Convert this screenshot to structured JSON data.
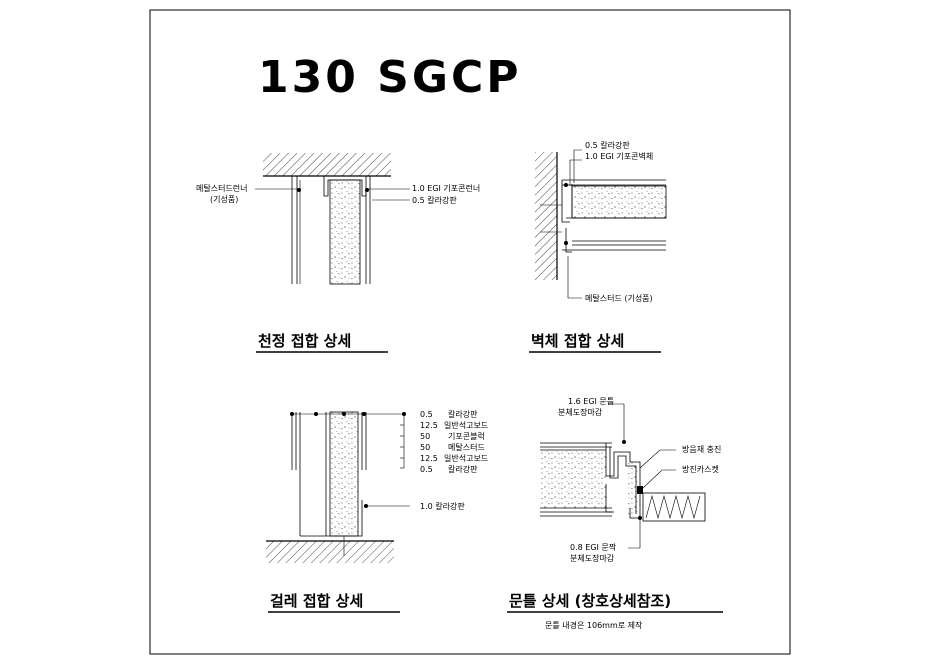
{
  "title": "130 SGCP",
  "details": {
    "ceiling": {
      "title": "천정 접합 상세",
      "left_label_1": "메탈스터드런너",
      "left_label_2": "(기성품)",
      "right_label_1": "1.0 EGI 기포콘런너",
      "right_label_2": "0.5 칼라강판"
    },
    "wall": {
      "title": "벽체 접합 상세",
      "label_1": "0.5 칼라강판",
      "label_2": "1.0 EGI 기포콘벽체",
      "label_3": "메탈스터드 (기성품)"
    },
    "baseboard": {
      "title": "걸레 접합 상세",
      "layers": [
        {
          "t": "0.5",
          "name": "칼라강판"
        },
        {
          "t": "12.5",
          "name": "일반석고보드"
        },
        {
          "t": "50",
          "name": "기포콘블럭"
        },
        {
          "t": "50",
          "name": "메탈스터드"
        },
        {
          "t": "12.5",
          "name": "일반석고보드"
        },
        {
          "t": "0.5",
          "name": "칼라강판"
        }
      ],
      "bottom_label": "1.0  칼라강판"
    },
    "door": {
      "title": "문틀 상세 (창호상세참조)",
      "note": "문틀 내경은 106mm로 제작",
      "label_frame_1": "1.6 EGI 문틀",
      "label_frame_2": "분체도장마감",
      "label_sound": "방음재 충진",
      "label_gasket": "방진카스켓",
      "label_leaf_1": "0.8 EGI 문짝",
      "label_leaf_2": "분체도장마감"
    }
  }
}
